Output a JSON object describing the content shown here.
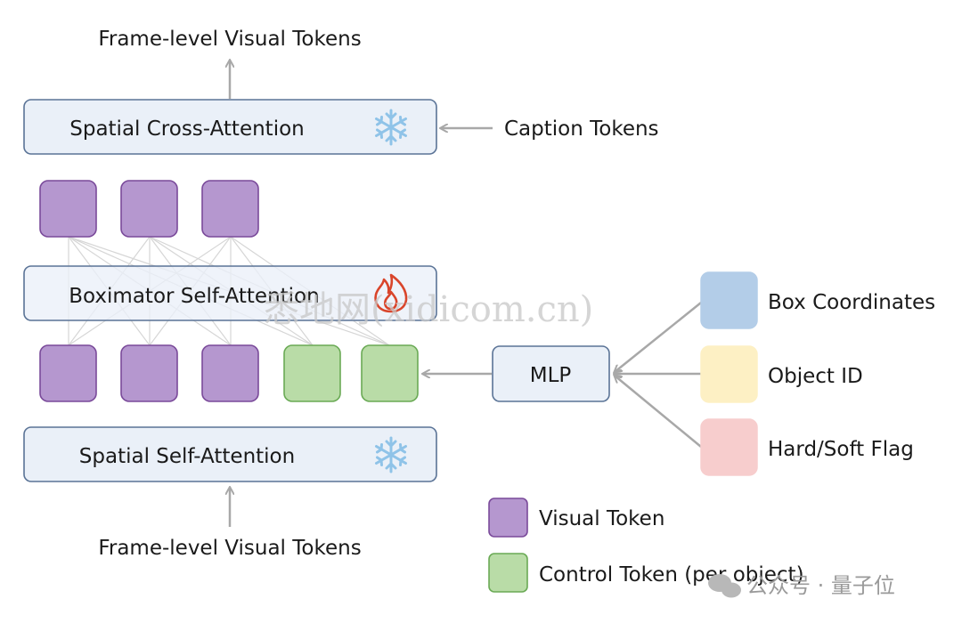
{
  "top_output": "Frame-level Visual Tokens",
  "bottom_input": "Frame-level Visual Tokens",
  "blocks": {
    "cross_attention": "Spatial Cross-Attention",
    "boximator": "Boximator Self-Attention",
    "spatial_self": "Spatial Self-Attention"
  },
  "caption_tokens": "Caption Tokens",
  "mlp": "MLP",
  "inputs": {
    "box": "Box Coordinates",
    "object_id": "Object ID",
    "flag": "Hard/Soft Flag"
  },
  "legend": {
    "visual": "Visual Token",
    "control": "Control Token (per object)"
  },
  "watermark": "悉地网(xidicom.cn)",
  "watermark_footer": "公众号 · 量子位",
  "colors": {
    "block_fill": "#eaf0f8",
    "block_stroke": "#5a7396",
    "visual_fill": "#b597cf",
    "visual_stroke": "#7a4a9a",
    "control_fill": "#b9dca7",
    "control_stroke": "#6aaa55",
    "box_fill": "#b3cde8",
    "objid_fill": "#fdf0c4",
    "flag_fill": "#f7cdcd",
    "arrow": "#a8a8a8",
    "snow": "#8fc3e8",
    "fire": "#d9452b"
  },
  "icons": {
    "frozen": "snowflake-icon",
    "trainable": "flame-icon"
  }
}
